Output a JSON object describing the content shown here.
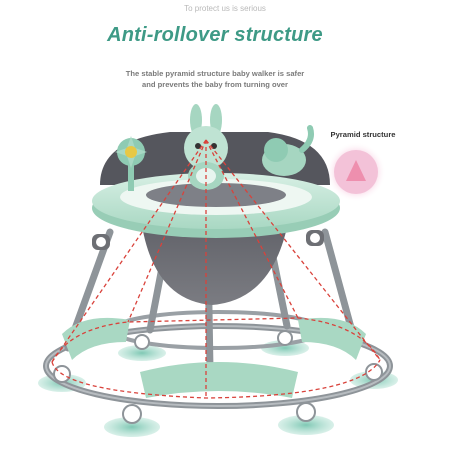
{
  "header": {
    "tagline": "To protect us is serious",
    "title": "Anti-rollover structure",
    "description_line1": "The stable pyramid structure baby walker is safer",
    "description_line2": "and prevents the baby from turning over"
  },
  "inset": {
    "label": "Pyramid structure"
  },
  "colors": {
    "title": "#3e9a86",
    "mint": "#bfe3d3",
    "mint_dark": "#8fcbb3",
    "seat_fabric": "#6f6f74",
    "frame": "#8e9499",
    "dashed_line": "#d9423b",
    "pink_glow": "#f2b9d2",
    "pink_triangle": "#f08fb0"
  }
}
